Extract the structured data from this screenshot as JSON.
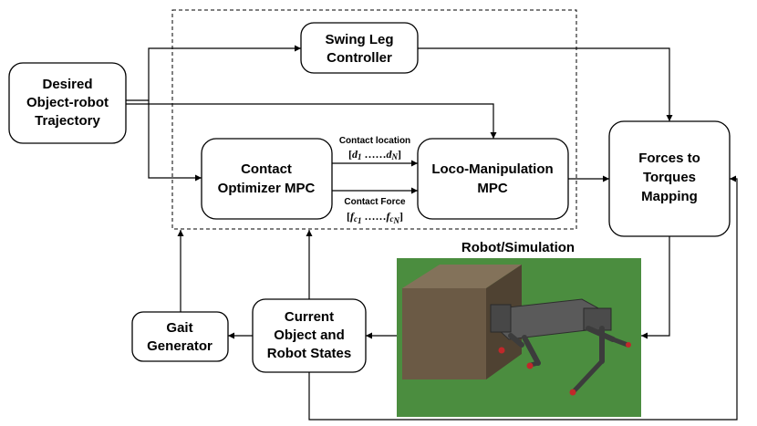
{
  "boxes": {
    "desired": [
      "Desired",
      "Object-robot",
      "Trajectory"
    ],
    "swing_leg": [
      "Swing Leg",
      "Controller"
    ],
    "contact_optimizer": [
      "Contact",
      "Optimizer MPC"
    ],
    "loco_manipulation": [
      "Loco-Manipulation",
      "MPC"
    ],
    "forces_torques": [
      "Forces to",
      "Torques",
      "Mapping"
    ],
    "current_states": [
      "Current",
      "Object and",
      "Robot States"
    ],
    "gait_generator": [
      "Gait",
      "Generator"
    ]
  },
  "labels": {
    "contact_location": "Contact location",
    "contact_location_math": {
      "open": "[",
      "d1": "d",
      "s1": "1",
      "dots": " ……",
      "dN": "d",
      "sN": "N",
      "close": "]"
    },
    "contact_force": "Contact Force",
    "contact_force_math": {
      "open": "[",
      "f1": "f",
      "s1": "c",
      "ss1": "1",
      "dots": " ……",
      "fN": "f",
      "sN": "c",
      "ssN": "N",
      "close": "]"
    },
    "robot_sim": "Robot/Simulation"
  },
  "colors": {
    "sim_background": "#4b8d3f",
    "crate_front": "#6b5a45",
    "crate_side": "#4f4232",
    "crate_top": "#83725a",
    "robot_body": "#5a5a5a",
    "foot_tip": "#c0282a"
  },
  "icons": {
    "simulation_image": "quadruped-robot-pushing-box-render"
  }
}
